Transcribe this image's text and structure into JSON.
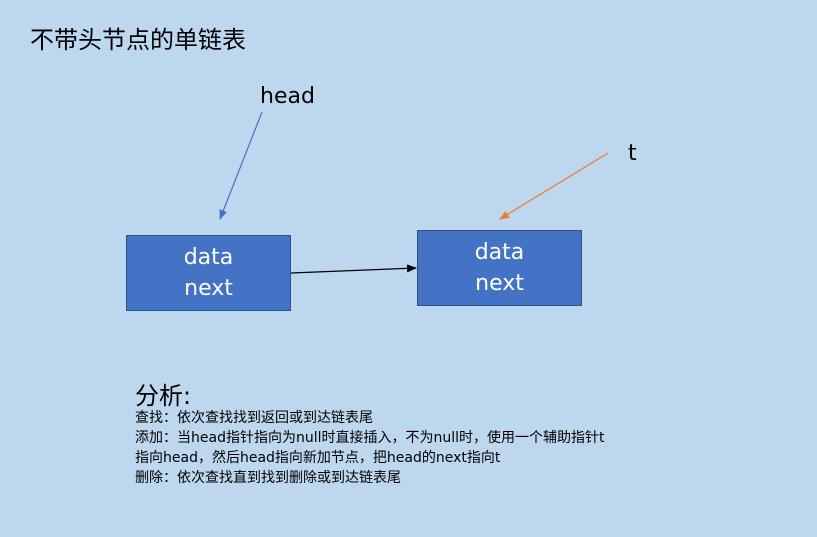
{
  "title": "不带头节点的单链表",
  "pointers": {
    "head": "head",
    "t": "t"
  },
  "nodes": [
    {
      "field1": "data",
      "field2": "next"
    },
    {
      "field1": "data",
      "field2": "next"
    }
  ],
  "colors": {
    "background": "#bdd7ee",
    "node_fill": "#4472c4",
    "head_arrow": "#4472c4",
    "t_arrow": "#ed7d31",
    "link_arrow": "#000000"
  },
  "analysis": {
    "heading": "分析:",
    "lines": [
      "查找：依次查找找到返回或到达链表尾",
      "添加：当head指针指向为null时直接插入，不为null时，使用一个辅助指针t",
      "指向head，然后head指向新加节点，把head的next指向t",
      "删除：依次查找直到找到删除或到达链表尾"
    ]
  }
}
